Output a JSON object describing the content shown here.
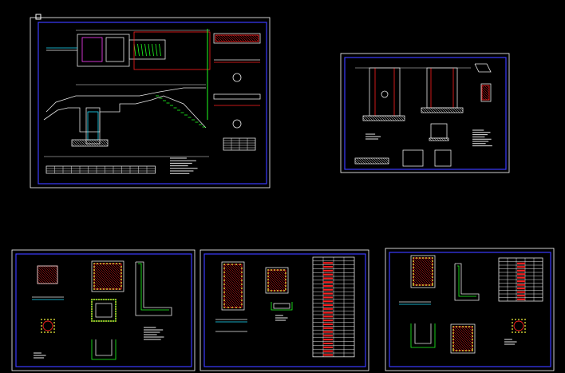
{
  "app": {
    "view": "cad-model-space",
    "background_color": "#000000"
  },
  "colors": {
    "frame_outer": "#ffffff",
    "frame_inner": "#3b3bff",
    "line_red": "#ff2020",
    "line_green": "#20ff20",
    "line_cyan": "#20e0ff",
    "line_yellow": "#ffff40",
    "line_white": "#e8e8e8",
    "line_magenta": "#ff40ff"
  },
  "sheets": [
    {
      "id": "sheet-1",
      "content": "plan-and-profile"
    },
    {
      "id": "sheet-2",
      "content": "sections"
    },
    {
      "id": "sheet-3",
      "content": "chamber-details"
    },
    {
      "id": "sheet-4",
      "content": "reinforcement-schedule"
    },
    {
      "id": "sheet-5",
      "content": "cover-and-rebar-details"
    }
  ],
  "ucs_marker": {
    "icon": "ucs-square-icon"
  }
}
